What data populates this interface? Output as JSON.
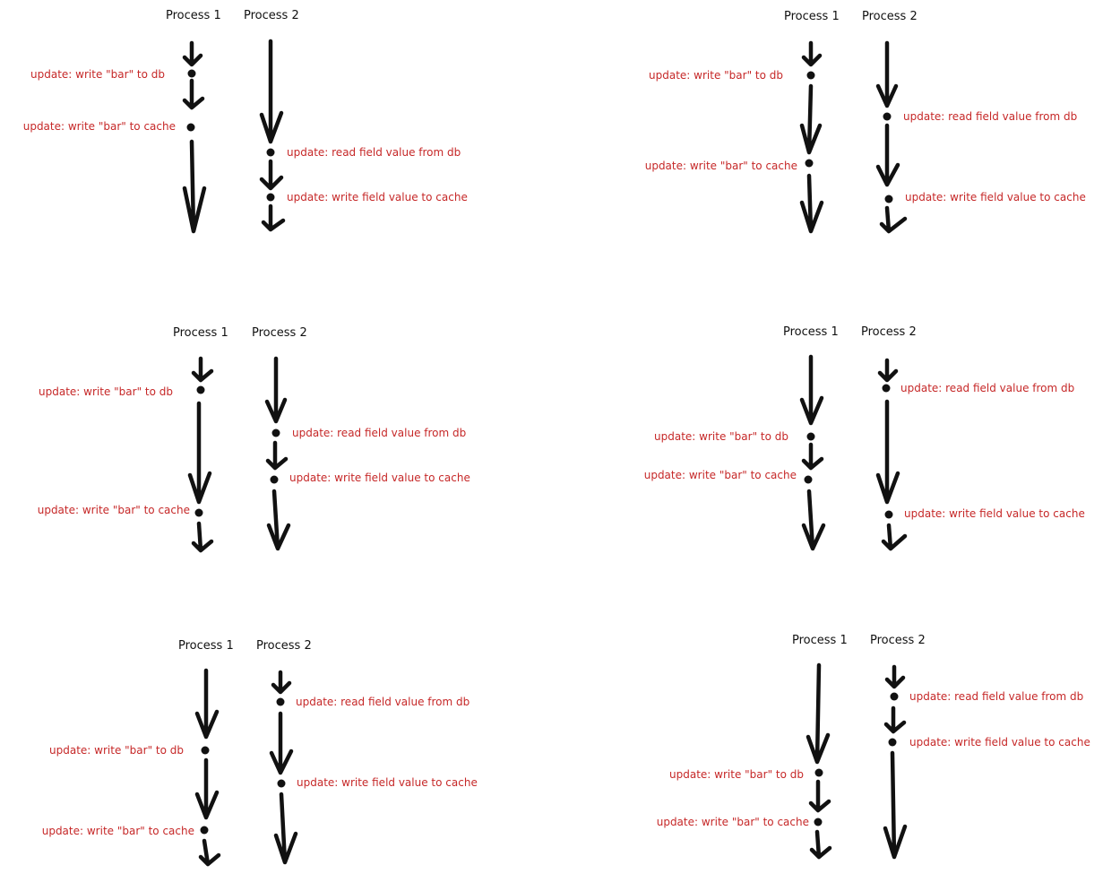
{
  "colors": {
    "ink": "#111111",
    "event_text": "#c62828",
    "background": "#ffffff"
  },
  "scenarios": [
    {
      "process1": {
        "label": "Process 1",
        "events": [
          {
            "text": "update: write \"bar\" to db"
          },
          {
            "text": "update: write \"bar\" to cache"
          }
        ]
      },
      "process2": {
        "label": "Process 2",
        "events": [
          {
            "text": "update: read field value from db"
          },
          {
            "text": "update: write field value to cache"
          }
        ]
      }
    },
    {
      "process1": {
        "label": "Process 1",
        "events": [
          {
            "text": "update: write \"bar\" to db"
          },
          {
            "text": "update: write \"bar\" to cache"
          }
        ]
      },
      "process2": {
        "label": "Process 2",
        "events": [
          {
            "text": "update: read field value from db"
          },
          {
            "text": "update: write field value to cache"
          }
        ]
      }
    },
    {
      "process1": {
        "label": "Process 1",
        "events": [
          {
            "text": "update: write \"bar\" to db"
          },
          {
            "text": "update: write \"bar\" to cache"
          }
        ]
      },
      "process2": {
        "label": "Process 2",
        "events": [
          {
            "text": "update: read field value from db"
          },
          {
            "text": "update: write field value to cache"
          }
        ]
      }
    },
    {
      "process1": {
        "label": "Process 1",
        "events": [
          {
            "text": "update: write \"bar\" to db"
          },
          {
            "text": "update: write \"bar\" to cache"
          }
        ]
      },
      "process2": {
        "label": "Process 2",
        "events": [
          {
            "text": "update: read field value from db"
          },
          {
            "text": "update: write field value to cache"
          }
        ]
      }
    },
    {
      "process1": {
        "label": "Process 1",
        "events": [
          {
            "text": "update: write \"bar\" to db"
          },
          {
            "text": "update: write \"bar\" to cache"
          }
        ]
      },
      "process2": {
        "label": "Process 2",
        "events": [
          {
            "text": "update: read field value from db"
          },
          {
            "text": "update: write field value to cache"
          }
        ]
      }
    },
    {
      "process1": {
        "label": "Process 1",
        "events": [
          {
            "text": "update: write \"bar\" to db"
          },
          {
            "text": "update: write \"bar\" to cache"
          }
        ]
      },
      "process2": {
        "label": "Process 2",
        "events": [
          {
            "text": "update: read field value from db"
          },
          {
            "text": "update: write field value to cache"
          }
        ]
      }
    }
  ]
}
